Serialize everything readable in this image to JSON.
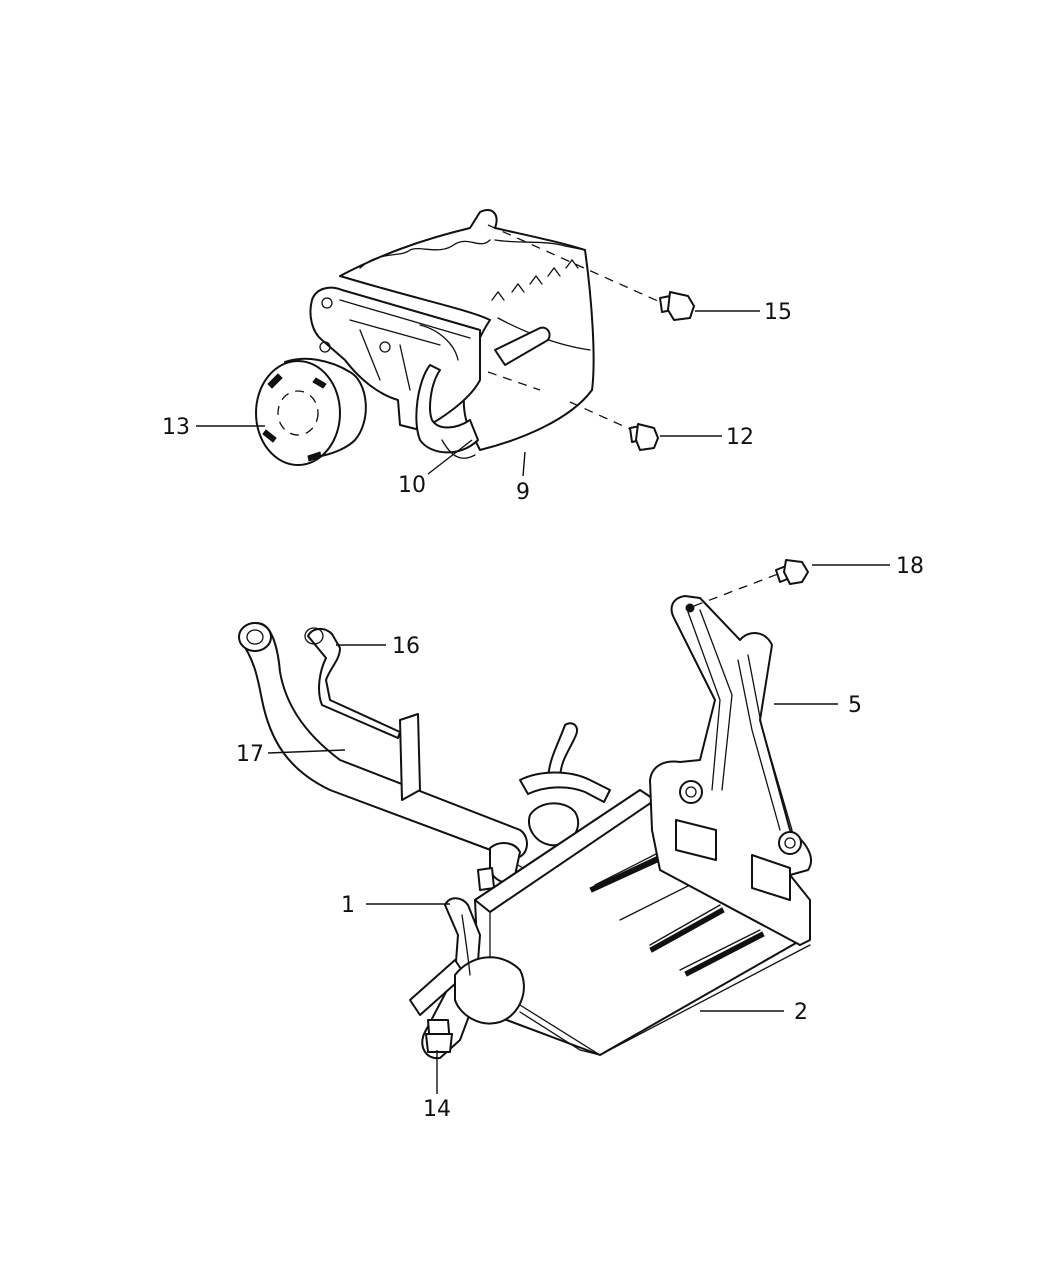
{
  "callouts": {
    "c1": "1",
    "c2": "2",
    "c5": "5",
    "c9": "9",
    "c10": "10",
    "c12": "12",
    "c13": "13",
    "c14": "14",
    "c15": "15",
    "c16": "16",
    "c17": "17",
    "c18": "18"
  }
}
